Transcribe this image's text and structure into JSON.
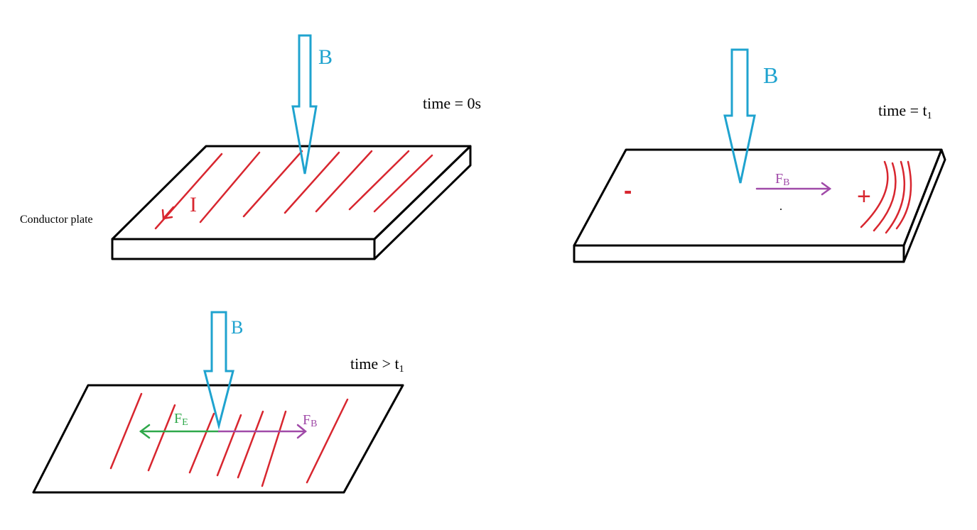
{
  "colors": {
    "field": "#1fa3cf",
    "current": "#d8262f",
    "magnetic_force": "#a04aa8",
    "electric_force": "#2ea84a",
    "outline": "#000000"
  },
  "panel1": {
    "field_label": "B",
    "time_label": "time = 0s",
    "plate_label": "Conductor plate",
    "current_label": "I"
  },
  "panel2": {
    "field_label": "B",
    "time_label": "time = t",
    "time_subscript": "1",
    "negative_label": "-",
    "positive_label": "+",
    "force_label": "F",
    "force_subscript": "B"
  },
  "panel3": {
    "field_label": "B",
    "time_label": "time > t",
    "time_subscript": "1",
    "electric_force_label": "F",
    "electric_force_subscript": "E",
    "magnetic_force_label": "F",
    "magnetic_force_subscript": "B"
  }
}
